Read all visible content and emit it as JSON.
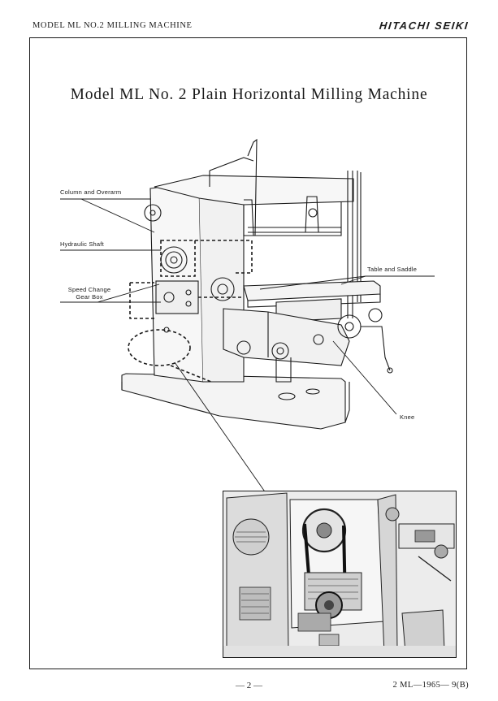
{
  "header": {
    "running_title": "MODEL ML NO.2 MILLING MACHINE",
    "brand": "HITACHI SEIKI"
  },
  "title": "Model ML No. 2  Plain Horizontal Milling Machine",
  "callouts": {
    "column_overarm": "Column and Overarm",
    "hydraulic_shaft": "Hydraulic Shaft",
    "speed_change_1": "Speed Change",
    "speed_change_2": "Gear Box",
    "table_saddle": "Table and Saddle",
    "knee": "Knee"
  },
  "footer": {
    "page_number": "— 2 —",
    "doc_code": "2 ML—1965— 9(B)"
  }
}
